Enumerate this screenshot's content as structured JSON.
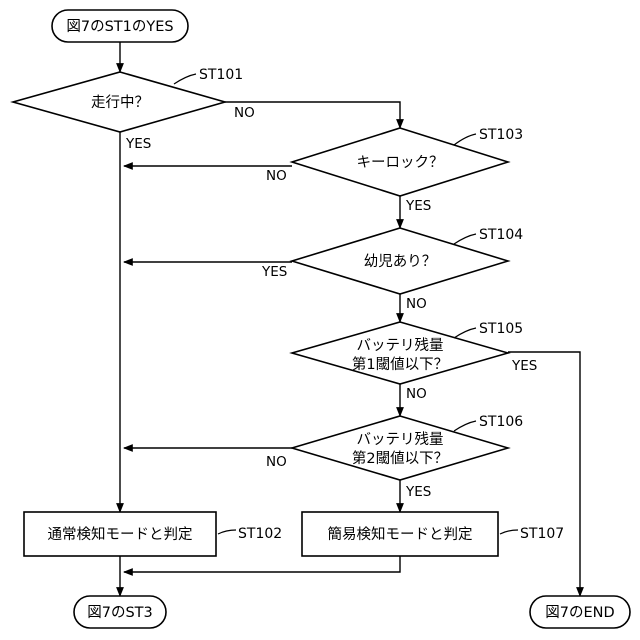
{
  "terminals": {
    "start": "図7のST1のYES",
    "end_st3": "図7のST3",
    "end_end": "図7のEND"
  },
  "decisions": {
    "st101": {
      "id": "ST101",
      "lines": [
        "走行中？"
      ]
    },
    "st103": {
      "id": "ST103",
      "lines": [
        "キーロック？"
      ]
    },
    "st104": {
      "id": "ST104",
      "lines": [
        "幼児あり？"
      ]
    },
    "st105": {
      "id": "ST105",
      "lines": [
        "バッテリ残量",
        "第1閾値以下？"
      ]
    },
    "st106": {
      "id": "ST106",
      "lines": [
        "バッテリ残量",
        "第2閾値以下？"
      ]
    }
  },
  "processes": {
    "st102": {
      "id": "ST102",
      "label": "通常検知モードと判定"
    },
    "st107": {
      "id": "ST107",
      "label": "簡易検知モードと判定"
    }
  },
  "edge_labels": {
    "st101_no": "NO",
    "st101_yes": "YES",
    "st103_no": "NO",
    "st103_yes": "YES",
    "st104_yes": "YES",
    "st104_no": "NO",
    "st105_yes": "YES",
    "st105_no": "NO",
    "st106_no": "NO",
    "st106_yes": "YES"
  }
}
